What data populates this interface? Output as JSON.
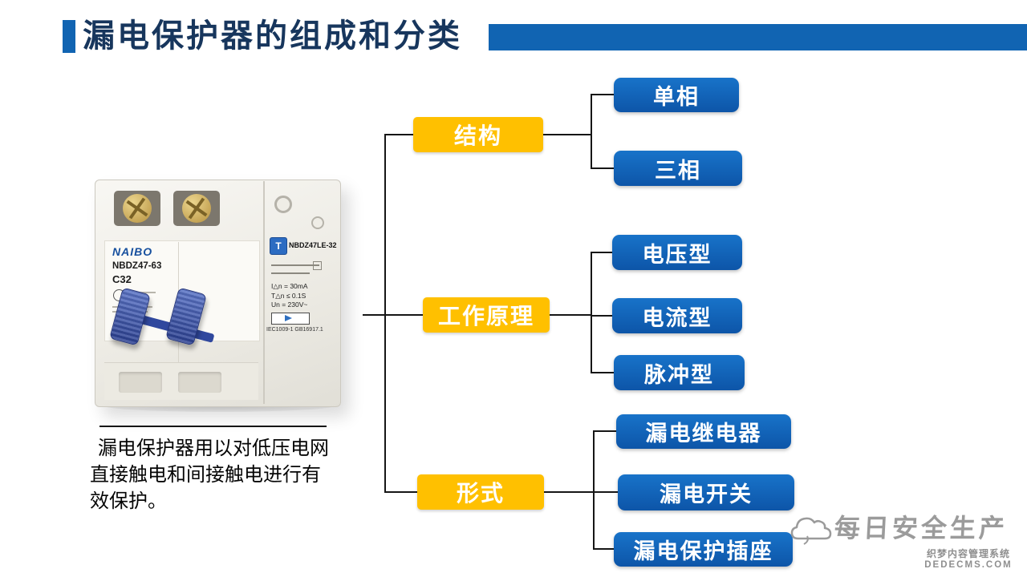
{
  "header": {
    "title": "漏电保护器的组成和分类"
  },
  "breaker": {
    "brand": "NAIBO",
    "model": "NBDZ47-63",
    "rating": "C32",
    "le_model": "NBDZ47LE-32",
    "test_button": "T",
    "spec_lines": [
      "I△n = 30mA",
      "T△n ≤ 0.1S",
      "Un = 230V~"
    ],
    "cert": "IEC1009-1 GB16917.1"
  },
  "caption": {
    "lines": [
      "漏电保护器用以对低压电网",
      "直接触电和间接触电进行有",
      "效保护。"
    ]
  },
  "tree": {
    "groups": [
      {
        "label": "结构",
        "children": [
          "单相",
          "三相"
        ]
      },
      {
        "label": "工作原理",
        "children": [
          "电压型",
          "电流型",
          "脉冲型"
        ]
      },
      {
        "label": "形式",
        "children": [
          "漏电继电器",
          "漏电开关",
          "漏电保护插座"
        ]
      }
    ]
  },
  "watermark": {
    "brand": "每日安全生产",
    "cms_name": "织梦内容管理系统",
    "cms_domain": "DEDECMS.COM"
  },
  "colors": {
    "header_blue": "#1164b2",
    "node_blue": "#0f5fb4",
    "node_orange": "#ffc000",
    "title_text": "#17365d"
  }
}
